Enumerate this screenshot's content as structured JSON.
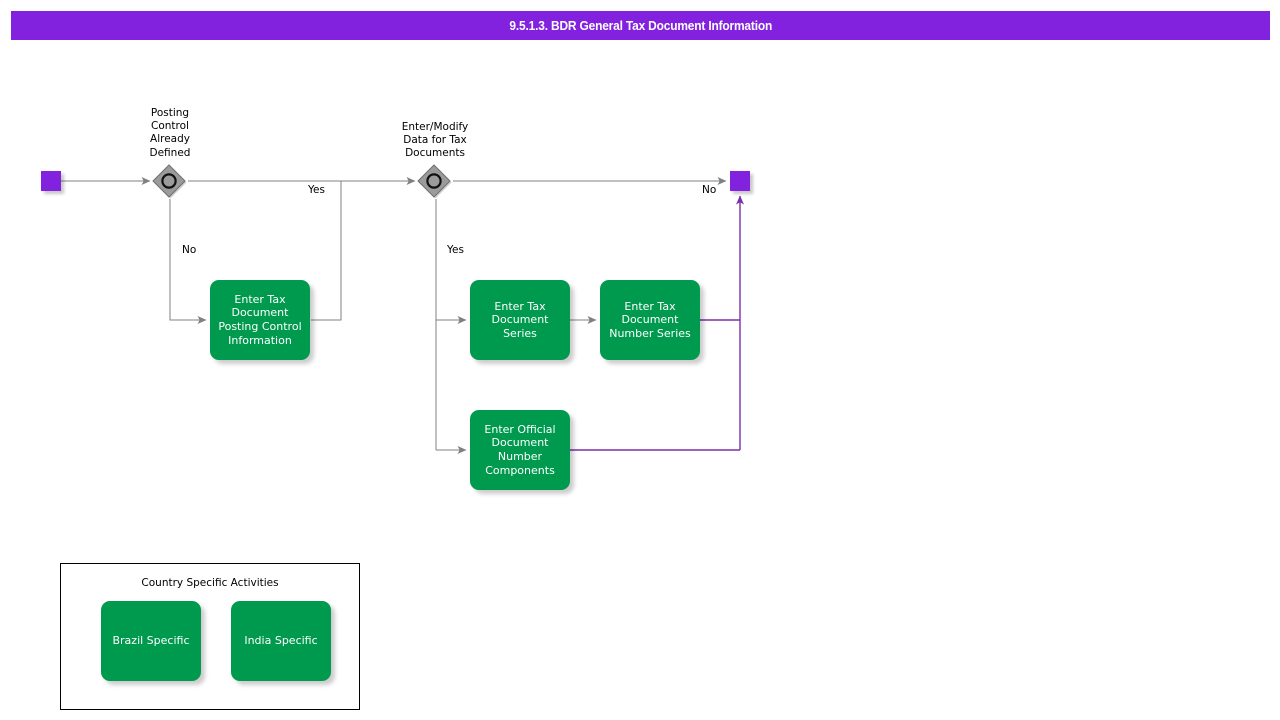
{
  "header": {
    "title": "9.5.1.3. BDR General Tax Document Information",
    "background_color": "#8222DE",
    "text_color": "#FFFFFF"
  },
  "colors": {
    "accent_purple": "#8222DE",
    "task_green": "#009A4E",
    "gateway_gray": "#999999",
    "flow_gray": "#808080",
    "flow_purple": "#7A2FA8"
  },
  "diagram": {
    "type": "bpmn-flowchart",
    "start_event": {
      "name": "start-event",
      "shape": "square",
      "color": "#8222DE"
    },
    "end_event": {
      "name": "end-event",
      "shape": "square",
      "color": "#8222DE"
    },
    "gateways": [
      {
        "id": "gateway-posting-control",
        "caption": "Posting\nControl\nAlready\nDefined",
        "shape": "diamond-with-circle"
      },
      {
        "id": "gateway-enter-modify-data",
        "caption": "Enter/Modify\nData for Tax\nDocuments",
        "shape": "diamond-with-circle"
      }
    ],
    "tasks": [
      {
        "id": "task-posting-control-info",
        "label": "Enter Tax\nDocument\nPosting Control\nInformation"
      },
      {
        "id": "task-tax-document-series",
        "label": "Enter Tax\nDocument\nSeries"
      },
      {
        "id": "task-tax-document-number-series",
        "label": "Enter Tax\nDocument\nNumber Series"
      },
      {
        "id": "task-official-document-number-components",
        "label": "Enter Official\nDocument\nNumber\nComponents"
      }
    ],
    "edge_labels": {
      "gateway1_no": "No",
      "gateway1_yes": "Yes",
      "gateway2_yes": "Yes",
      "gateway2_no": "No"
    }
  },
  "legend": {
    "title": "Country Specific Activities",
    "items": [
      {
        "id": "legend-brazil-specific",
        "label": "Brazil Specific"
      },
      {
        "id": "legend-india-specific",
        "label": "India Specific"
      }
    ]
  }
}
